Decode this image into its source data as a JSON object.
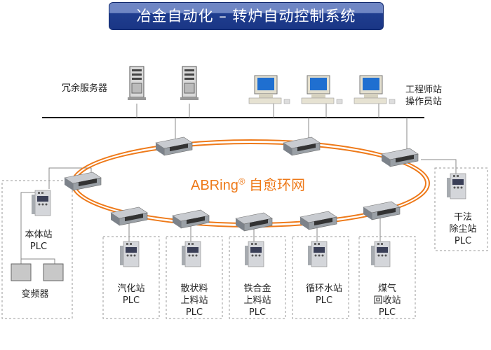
{
  "title": "冶金自动化 – 转炉自动控制系统",
  "servers_label": "冗余服务器",
  "workstations_label": "工程师站\n操作员站",
  "ring": {
    "name": "ABRing",
    "mark": "®",
    "suffix": " 自愈环网",
    "color": "#ee7a1a"
  },
  "stations": {
    "main": "本体站\nPLC",
    "inverter": "变频器",
    "s1": "汽化站\nPLC",
    "s2": "散状料\n上料站\nPLC",
    "s3": "铁合金\n上料站\nPLC",
    "s4": "循环水站\nPLC",
    "s5": "煤气\n回收站\nPLC",
    "s6": "干法\n除尘站\nPLC"
  }
}
